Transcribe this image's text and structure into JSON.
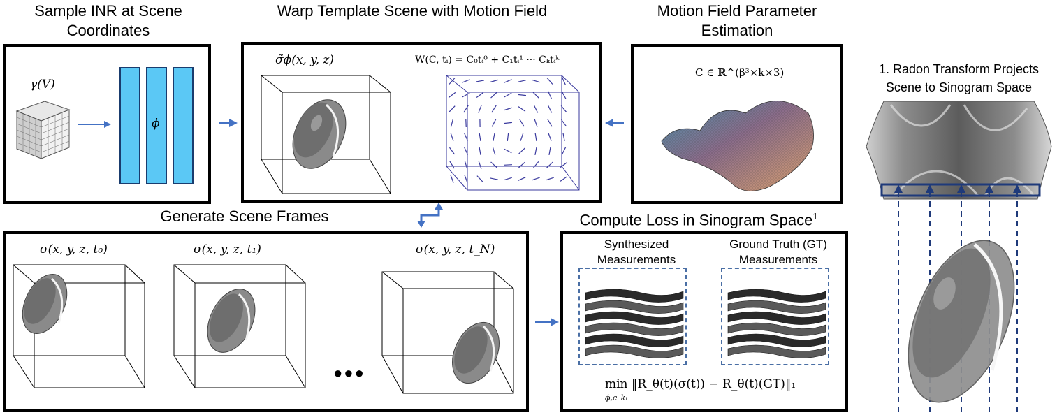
{
  "titles": {
    "sample_inr": "Sample INR at Scene Coordinates",
    "warp": "Warp Template Scene with Motion Field",
    "motion_param": "Motion Field Parameter Estimation",
    "generate_frames": "Generate Scene Frames",
    "compute_loss": "Compute Loss in Sinogram Space",
    "compute_loss_sup": "1",
    "radon": "1. Radon Transform Projects Scene to Sinogram Space"
  },
  "inr": {
    "input_label": "γ(V)",
    "network_label": "ϕ"
  },
  "warp": {
    "template_label": "σ̃ϕ(x, y, z)",
    "formula": "W(C, tᵢ) = C₀tᵢ⁰ + C₁tᵢ¹ ··· Cₖtᵢᵏ"
  },
  "motion": {
    "formula": "C ∈ ℝ^(β³×k×3)"
  },
  "frames": {
    "frame_0": "σ(x, y, z, t₀)",
    "frame_1": "σ(x, y, z, t₁)",
    "frame_n": "σ(x, y, z, t_N)",
    "ellipsis": "●●●"
  },
  "loss": {
    "synth_line1": "Synthesized",
    "synth_line2": "Measurements",
    "gt_line1": "Ground Truth (GT)",
    "gt_line2": "Measurements",
    "objective": "min ‖R_θ(t)(σ(t)) − R_θ(t)(GT)‖₁",
    "objective_sub": "ϕ,c_kᵢ"
  },
  "colors": {
    "arrow": "#4472c4",
    "network_block": "#5bc8f5",
    "dashed_box": "#4a6fa5",
    "vector_field": "#3a3a9e",
    "ray": "#1f3a7a"
  }
}
